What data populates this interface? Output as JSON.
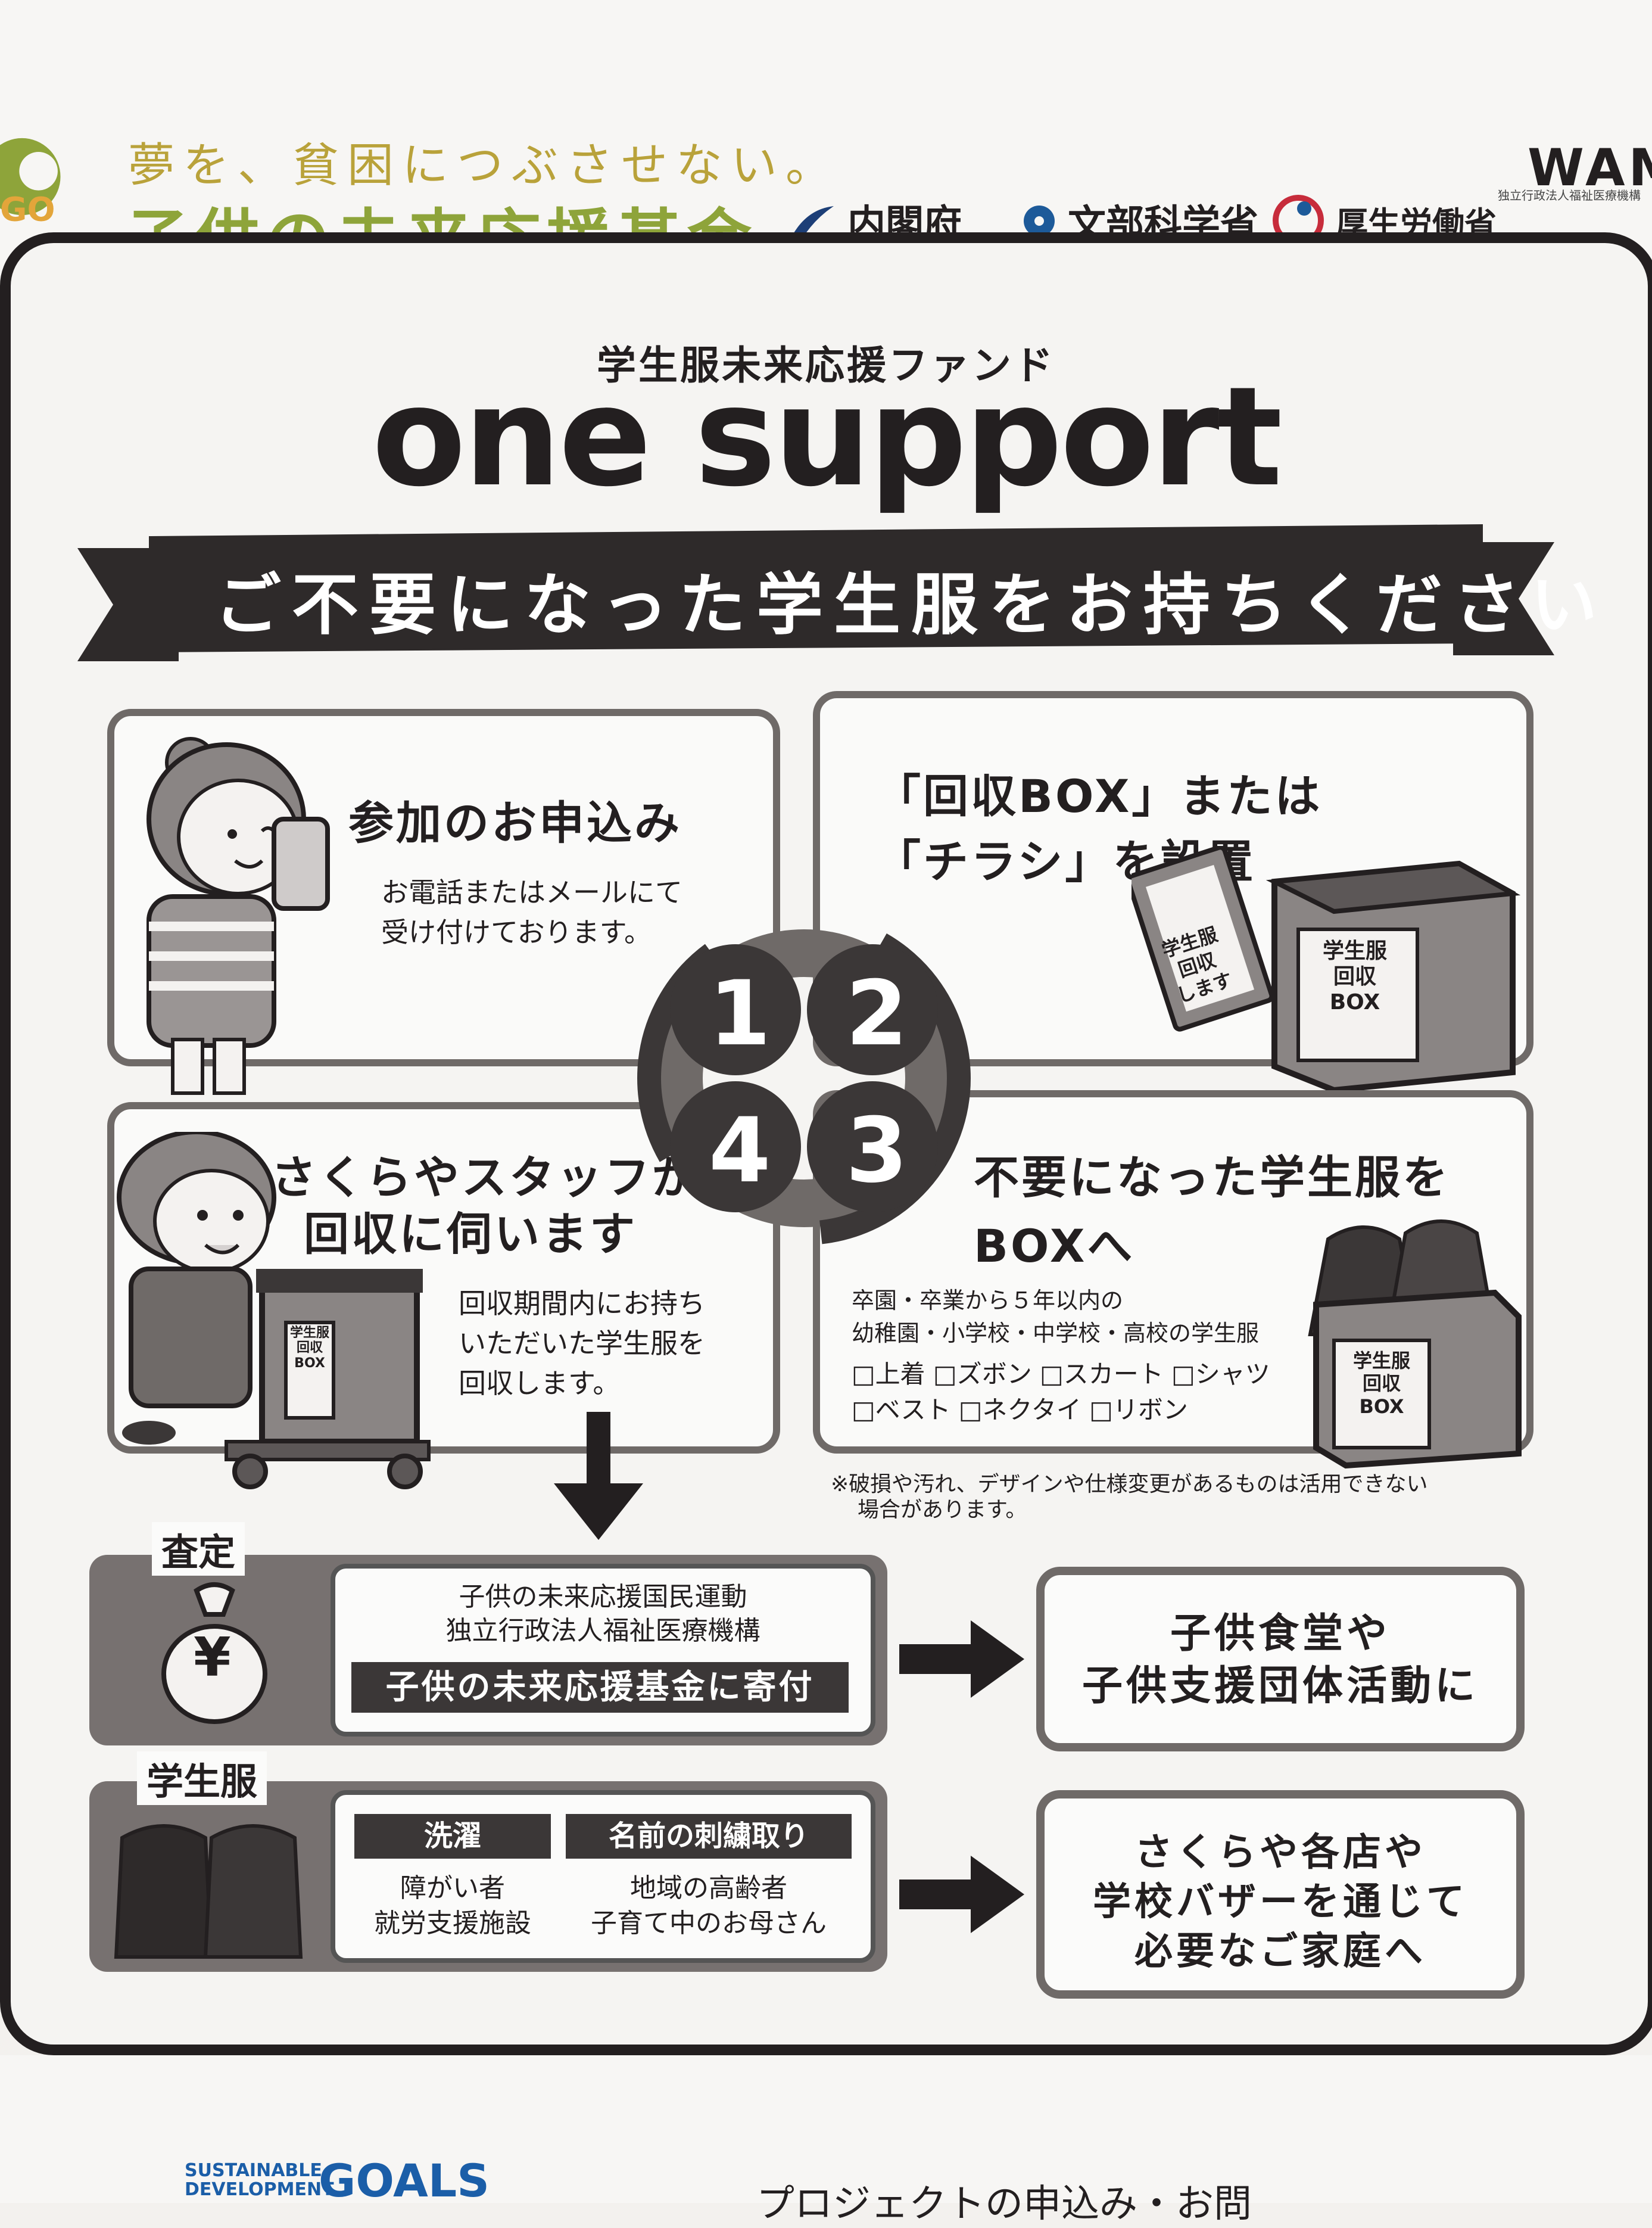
{
  "header": {
    "slogan": "夢を、貧困につぶさせない。",
    "fund_name": "子供の未来応援基金",
    "orgs": [
      "内閣府",
      "文部科学省",
      "厚生労働省"
    ],
    "wam": "WAM",
    "wam_sub": "独立行政法人福祉医療機構"
  },
  "title": {
    "subtitle": "学生服未来応援ファンド",
    "main": "one support",
    "banner": "ご不要になった学生服をお持ちください"
  },
  "steps": {
    "s1": {
      "num": "1",
      "title": "参加のお申込み",
      "text": [
        "お電話またはメールにて",
        "受け付けております。"
      ]
    },
    "s2": {
      "num": "2",
      "title": [
        "「回収BOX」または",
        "「チラシ」を設置"
      ],
      "flyer": [
        "学生服",
        "回収",
        "します"
      ],
      "box": [
        "学生服",
        "回収",
        "BOX"
      ]
    },
    "s3": {
      "num": "3",
      "title": [
        "不要になった学生服を",
        "BOXへ"
      ],
      "text": [
        "卒園・卒業から５年以内の",
        "幼稚園・小学校・中学校・高校の学生服"
      ],
      "items": [
        "□上着 □ズボン □スカート □シャツ",
        "□ベスト □ネクタイ □リボン"
      ],
      "box": [
        "学生服",
        "回収",
        "BOX"
      ]
    },
    "s4": {
      "num": "4",
      "title": [
        "さくらやスタッフが",
        "回収に伺います"
      ],
      "text": [
        "回収期間内にお持ち",
        "いただいた学生服を",
        "回収します。"
      ],
      "box": [
        "学生服",
        "回収",
        "BOX"
      ]
    },
    "note": [
      "※破損や汚れ、デザインや仕様変更があるものは活用できない",
      "場合があります。"
    ]
  },
  "flow": {
    "assess": {
      "tag": "査定",
      "yen": "¥",
      "lines": [
        "子供の未来応援国民運動",
        "独立行政法人福祉医療機構"
      ],
      "bar": "子供の未来応援基金に寄付",
      "dest": [
        "子供食堂や",
        "子供支援団体活動に"
      ]
    },
    "uniform": {
      "tag": "学生服",
      "wash": {
        "label": "洗濯",
        "lines": [
          "障がい者",
          "就労支援施設"
        ]
      },
      "embroid": {
        "label": "名前の刺繍取り",
        "lines": [
          "地域の高齢者",
          "子育て中のお母さん"
        ]
      },
      "dest": [
        "さくらや各店や",
        "学校バザーを通じて",
        "必要なご家庭へ"
      ]
    }
  },
  "footer": {
    "sdg_small": [
      "SUSTAINABLE",
      "DEVELOPMENT"
    ],
    "sdg_goals": "GOALS",
    "text": "プロジェクトの申込み・お問"
  }
}
